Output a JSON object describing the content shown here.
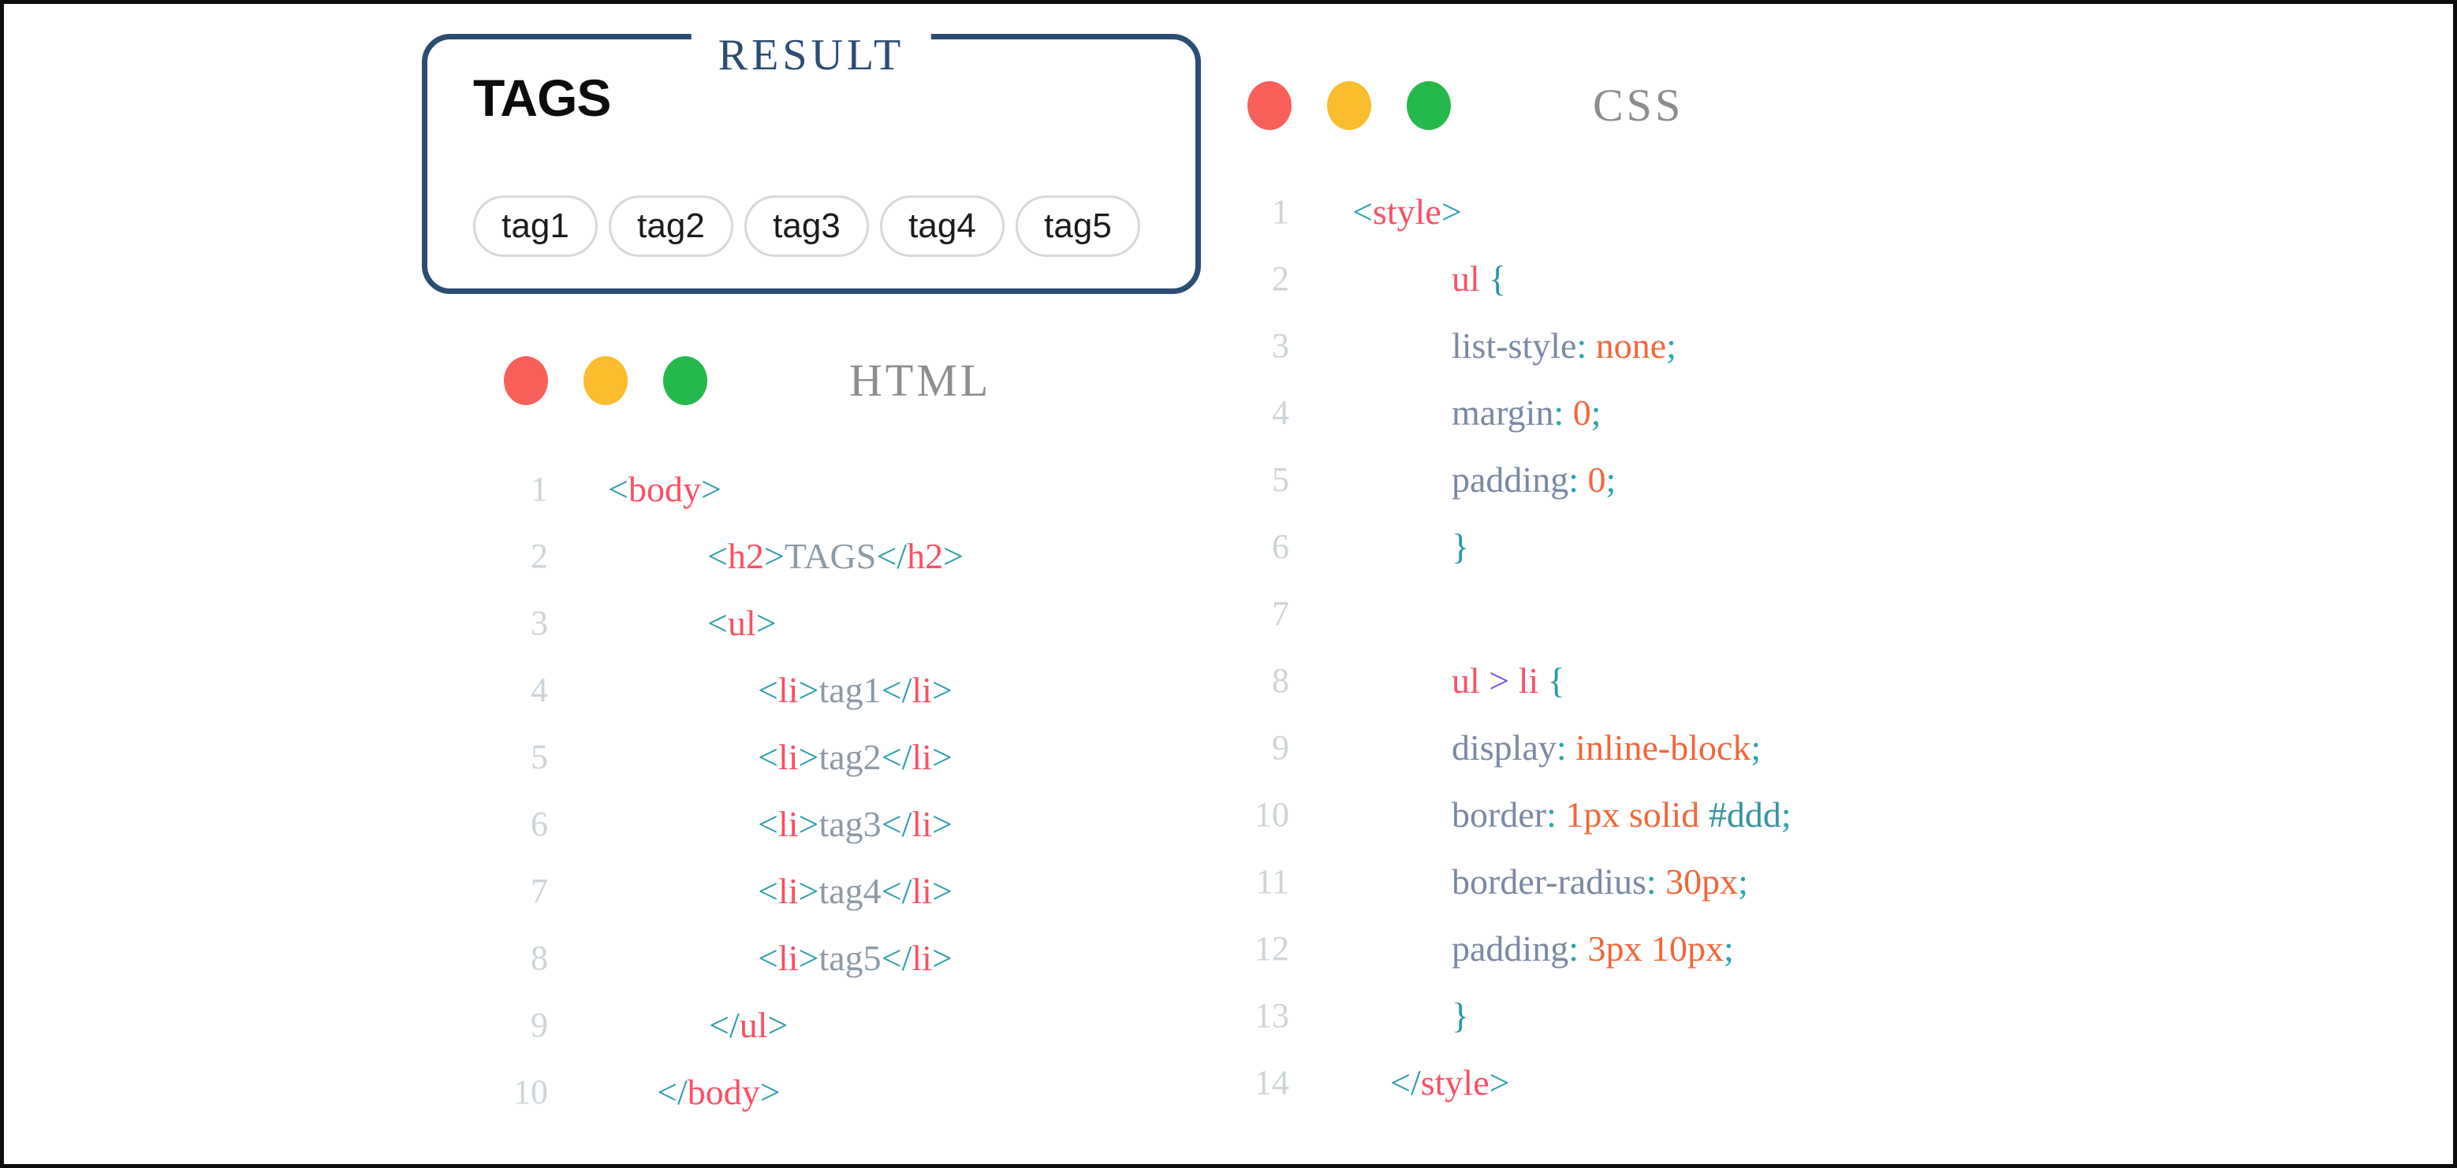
{
  "frame": {
    "border_color": "#0d0d0d",
    "background": "#ffffff"
  },
  "result_panel": {
    "title": "RESULT",
    "heading": "TAGS",
    "tags": [
      "tag1",
      "tag2",
      "tag3",
      "tag4",
      "tag5"
    ],
    "accent_color": "#2b4d73",
    "tag_border_color": "#dddddd"
  },
  "traffic_lights": [
    {
      "name": "red",
      "color": "#f9605a"
    },
    {
      "name": "yellow",
      "color": "#fbbc2d"
    },
    {
      "name": "green",
      "color": "#25b84b"
    }
  ],
  "token_colors": {
    "bracket": "#2f9faa",
    "tag": "#fb5064",
    "text": "#8d9aa6",
    "property": "#7a89a3",
    "punctuation": "#2aa3ac",
    "value": "#f4663a",
    "brace": "#2a9aa4",
    "combinator": "#7b50ef",
    "hex": "#35949e",
    "line_number": "#ccd5da"
  },
  "html_editor": {
    "title": "HTML",
    "lines": [
      {
        "num": "1",
        "indent": 0,
        "tokens": [
          [
            "bracket",
            "<"
          ],
          [
            "tag",
            "body"
          ],
          [
            "bracket",
            ">"
          ]
        ]
      },
      {
        "num": "2",
        "indent": 126,
        "tokens": [
          [
            "bracket",
            "<"
          ],
          [
            "tag",
            "h2"
          ],
          [
            "bracket",
            ">"
          ],
          [
            "text",
            "TAGS"
          ],
          [
            "bracket",
            "</"
          ],
          [
            "tag",
            "h2"
          ],
          [
            "bracket",
            ">"
          ]
        ]
      },
      {
        "num": "3",
        "indent": 126,
        "tokens": [
          [
            "bracket",
            "<"
          ],
          [
            "tag",
            "ul"
          ],
          [
            "bracket",
            ">"
          ]
        ]
      },
      {
        "num": "4",
        "indent": 190,
        "tokens": [
          [
            "bracket",
            "<"
          ],
          [
            "tag",
            "li"
          ],
          [
            "bracket",
            ">"
          ],
          [
            "text",
            "tag1"
          ],
          [
            "bracket",
            "</"
          ],
          [
            "tag",
            "li"
          ],
          [
            "bracket",
            ">"
          ]
        ]
      },
      {
        "num": "5",
        "indent": 190,
        "tokens": [
          [
            "bracket",
            "<"
          ],
          [
            "tag",
            "li"
          ],
          [
            "bracket",
            ">"
          ],
          [
            "text",
            "tag2"
          ],
          [
            "bracket",
            "</"
          ],
          [
            "tag",
            "li"
          ],
          [
            "bracket",
            ">"
          ]
        ]
      },
      {
        "num": "6",
        "indent": 190,
        "tokens": [
          [
            "bracket",
            "<"
          ],
          [
            "tag",
            "li"
          ],
          [
            "bracket",
            ">"
          ],
          [
            "text",
            "tag3"
          ],
          [
            "bracket",
            "</"
          ],
          [
            "tag",
            "li"
          ],
          [
            "bracket",
            ">"
          ]
        ]
      },
      {
        "num": "7",
        "indent": 190,
        "tokens": [
          [
            "bracket",
            "<"
          ],
          [
            "tag",
            "li"
          ],
          [
            "bracket",
            ">"
          ],
          [
            "text",
            "tag4"
          ],
          [
            "bracket",
            "</"
          ],
          [
            "tag",
            "li"
          ],
          [
            "bracket",
            ">"
          ]
        ]
      },
      {
        "num": "8",
        "indent": 190,
        "tokens": [
          [
            "bracket",
            "<"
          ],
          [
            "tag",
            "li"
          ],
          [
            "bracket",
            ">"
          ],
          [
            "text",
            "tag5"
          ],
          [
            "bracket",
            "</"
          ],
          [
            "tag",
            "li"
          ],
          [
            "bracket",
            ">"
          ]
        ]
      },
      {
        "num": "9",
        "indent": 128,
        "tokens": [
          [
            "bracket",
            "</"
          ],
          [
            "tag",
            "ul"
          ],
          [
            "bracket",
            ">"
          ]
        ]
      },
      {
        "num": "10",
        "indent": 62,
        "tokens": [
          [
            "bracket",
            "</"
          ],
          [
            "tag",
            "body"
          ],
          [
            "bracket",
            ">"
          ]
        ]
      }
    ]
  },
  "css_editor": {
    "title": "CSS",
    "lines": [
      {
        "num": "1",
        "indent": 0,
        "tokens": [
          [
            "bracket",
            "<"
          ],
          [
            "tag",
            "style"
          ],
          [
            "bracket",
            ">"
          ]
        ]
      },
      {
        "num": "2",
        "indent": 126,
        "tokens": [
          [
            "tag",
            "ul"
          ],
          [
            "brace",
            " {"
          ]
        ]
      },
      {
        "num": "3",
        "indent": 126,
        "tokens": [
          [
            "prop",
            "list-style"
          ],
          [
            "punct",
            ":"
          ],
          [
            "value",
            " none"
          ],
          [
            "punct",
            ";"
          ]
        ]
      },
      {
        "num": "4",
        "indent": 126,
        "tokens": [
          [
            "prop",
            "margin"
          ],
          [
            "punct",
            ":"
          ],
          [
            "value",
            " 0"
          ],
          [
            "punct",
            ";"
          ]
        ]
      },
      {
        "num": "5",
        "indent": 126,
        "tokens": [
          [
            "prop",
            "padding"
          ],
          [
            "punct",
            ":"
          ],
          [
            "value",
            " 0"
          ],
          [
            "punct",
            ";"
          ]
        ]
      },
      {
        "num": "6",
        "indent": 126,
        "tokens": [
          [
            "brace",
            "}"
          ]
        ]
      },
      {
        "num": "7",
        "indent": 126,
        "tokens": []
      },
      {
        "num": "8",
        "indent": 126,
        "tokens": [
          [
            "tag",
            "ul "
          ],
          [
            "comb",
            "> "
          ],
          [
            "tag",
            "li "
          ],
          [
            "brace",
            "{"
          ]
        ]
      },
      {
        "num": "9",
        "indent": 126,
        "tokens": [
          [
            "prop",
            "display"
          ],
          [
            "punct",
            ":"
          ],
          [
            "value",
            " inline-block"
          ],
          [
            "punct",
            ";"
          ]
        ]
      },
      {
        "num": "10",
        "indent": 126,
        "tokens": [
          [
            "prop",
            "border"
          ],
          [
            "punct",
            ":"
          ],
          [
            "value",
            " 1px solid "
          ],
          [
            "hex",
            "#ddd"
          ],
          [
            "punct",
            ";"
          ]
        ]
      },
      {
        "num": "11",
        "indent": 126,
        "tokens": [
          [
            "prop",
            "border-radius"
          ],
          [
            "punct",
            ":"
          ],
          [
            "value",
            " 30px"
          ],
          [
            "punct",
            ";"
          ]
        ]
      },
      {
        "num": "12",
        "indent": 126,
        "tokens": [
          [
            "prop",
            "padding"
          ],
          [
            "punct",
            ":"
          ],
          [
            "value",
            " 3px 10px"
          ],
          [
            "punct",
            ";"
          ]
        ]
      },
      {
        "num": "13",
        "indent": 126,
        "tokens": [
          [
            "brace",
            "}"
          ]
        ]
      },
      {
        "num": "14",
        "indent": 48,
        "tokens": [
          [
            "bracket",
            "</"
          ],
          [
            "tag",
            "style"
          ],
          [
            "bracket",
            ">"
          ]
        ]
      }
    ]
  }
}
